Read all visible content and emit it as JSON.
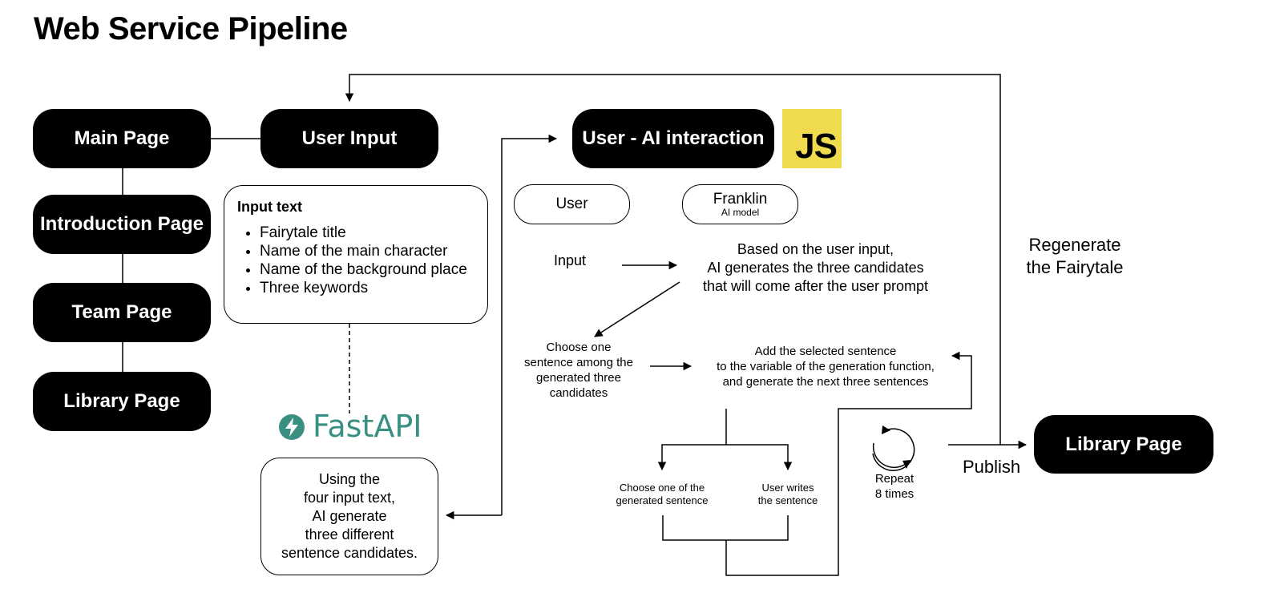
{
  "title": "Web Service Pipeline",
  "nav_pages": {
    "main": "Main Page",
    "introduction": "Introduction Page",
    "team": "Team Page",
    "library": "Library Page"
  },
  "user_input": {
    "label": "User Input",
    "box_title": "Input text",
    "items": [
      "Fairytale title",
      "Name of the main character",
      "Name of the background place",
      "Three keywords"
    ]
  },
  "fastapi": {
    "label": "FastAPI",
    "icon": "lightning-bolt-icon",
    "color": "#3a8f83"
  },
  "generation_box": [
    "Using the",
    "four input text,",
    "AI generate",
    "three different",
    "sentence candidates."
  ],
  "interaction": {
    "label": "User - AI interaction",
    "js_logo": "JS",
    "js_color": "#f0db4f",
    "user_label": "User",
    "ai_name": "Franklin",
    "ai_sub": "AI model",
    "input_label": "Input",
    "ai_generates": [
      "Based on the user input,",
      "AI generates the three candidates",
      "that will come after the user prompt"
    ],
    "choose_one": [
      "Choose one",
      "sentence among the",
      "generated three",
      "candidates"
    ],
    "add_selected": [
      "Add the selected sentence",
      "to the variable of the generation function,",
      "and generate the next three sentences"
    ],
    "option_choose": [
      "Choose one of the",
      "generated sentence"
    ],
    "option_write": [
      "User writes",
      "the sentence"
    ],
    "repeat": [
      "Repeat",
      "8 times"
    ]
  },
  "regenerate": [
    "Regenerate",
    "the Fairytale"
  ],
  "publish": "Publish",
  "library_output": "Library Page"
}
